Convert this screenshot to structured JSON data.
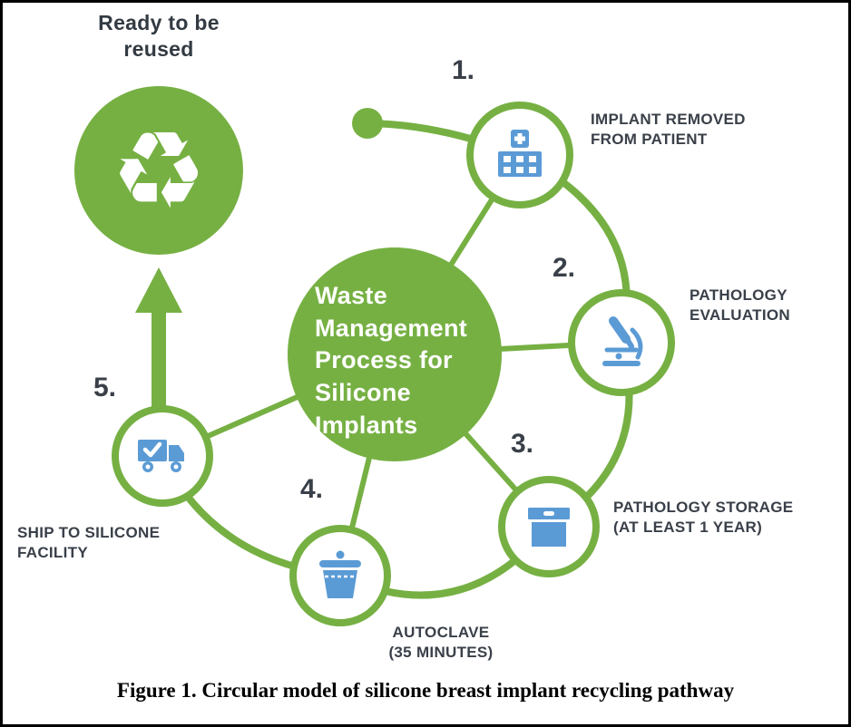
{
  "figure": {
    "caption": "Figure 1. Circular model of silicone breast implant recycling pathway",
    "center_circle": {
      "title": "Waste\nManagement\nProcess for\nSilicone\nImplants"
    },
    "reuse": {
      "label": "Ready to be\nreused",
      "symbol": "♻"
    },
    "steps": [
      {
        "number": "1.",
        "label": "IMPLANT REMOVED\nFROM PATIENT",
        "icon": "hospital-icon"
      },
      {
        "number": "2.",
        "label": "PATHOLOGY\nEVALUATION",
        "icon": "microscope-icon"
      },
      {
        "number": "3.",
        "label": "PATHOLOGY STORAGE\n(AT LEAST 1 YEAR)",
        "icon": "storage-box-icon"
      },
      {
        "number": "4.",
        "label": "AUTOCLAVE\n(35 MINUTES)",
        "icon": "autoclave-icon"
      },
      {
        "number": "5.",
        "label": "SHIP TO SILICONE\nFACILITY",
        "icon": "delivery-truck-icon"
      }
    ],
    "colors": {
      "green": "#76b043",
      "blue": "#5b9bd5",
      "text": "#3a4049"
    }
  }
}
